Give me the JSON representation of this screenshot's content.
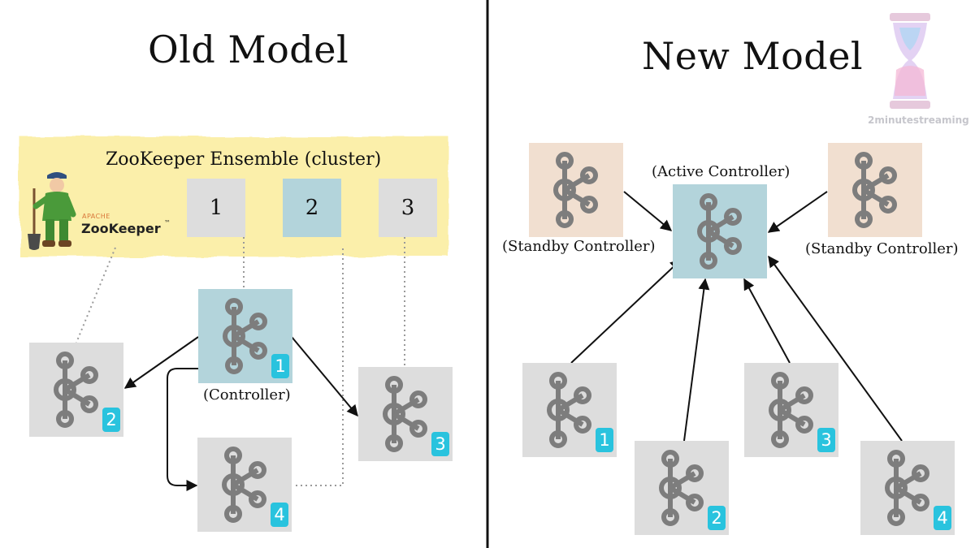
{
  "titles": {
    "old": "Old Model",
    "new": "New Model"
  },
  "zookeeper": {
    "ensemble_label": "ZooKeeper Ensemble (cluster)",
    "logo_apache": "APACHE",
    "logo_name": "ZooKeeper",
    "logo_tm": "™",
    "servers": [
      "1",
      "2",
      "3"
    ]
  },
  "old_model": {
    "brokers": [
      "1",
      "2",
      "3",
      "4"
    ],
    "controller_label": "(Controller)"
  },
  "new_model": {
    "active_label": "(Active Controller)",
    "standby_left_label": "(Standby Controller)",
    "standby_right_label": "(Standby Controller)",
    "brokers": [
      "1",
      "2",
      "3",
      "4"
    ]
  },
  "watermark": "2minutestreaming",
  "colors": {
    "controller": "#b3d4db",
    "broker": "#dddddd",
    "standby": "#f1dfd0",
    "zk_band": "#fbefaa",
    "badge": "#29c3de",
    "icon": "#7d7d7d"
  }
}
